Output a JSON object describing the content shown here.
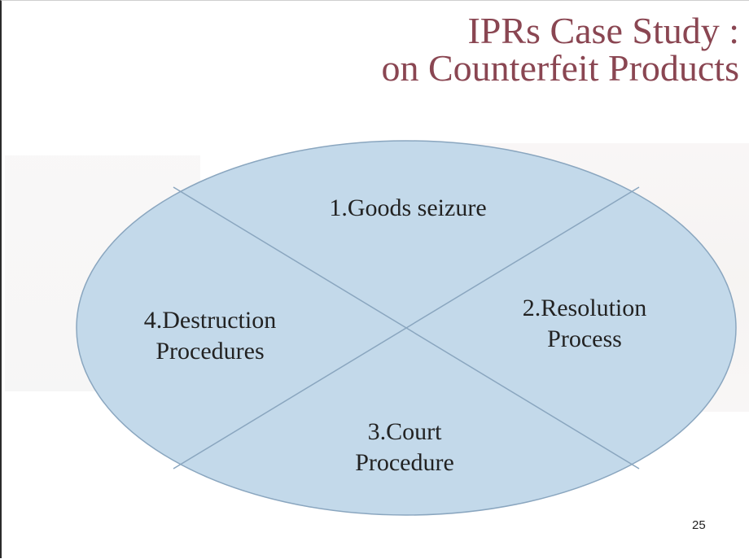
{
  "slide": {
    "title_line1": "IPRs Case Study :",
    "title_line2": "on Counterfeit Products",
    "page_number": "25"
  },
  "diagram": {
    "fill_color": "#c3d9ea",
    "stroke_color": "#8aa6bf",
    "segments": [
      {
        "line1": "1.Goods seizure",
        "line2": ""
      },
      {
        "line1": "2.Resolution",
        "line2": "Process"
      },
      {
        "line1": "3.Court",
        "line2": "Procedure"
      },
      {
        "line1": "4.Destruction",
        "line2": "Procedures"
      }
    ]
  }
}
